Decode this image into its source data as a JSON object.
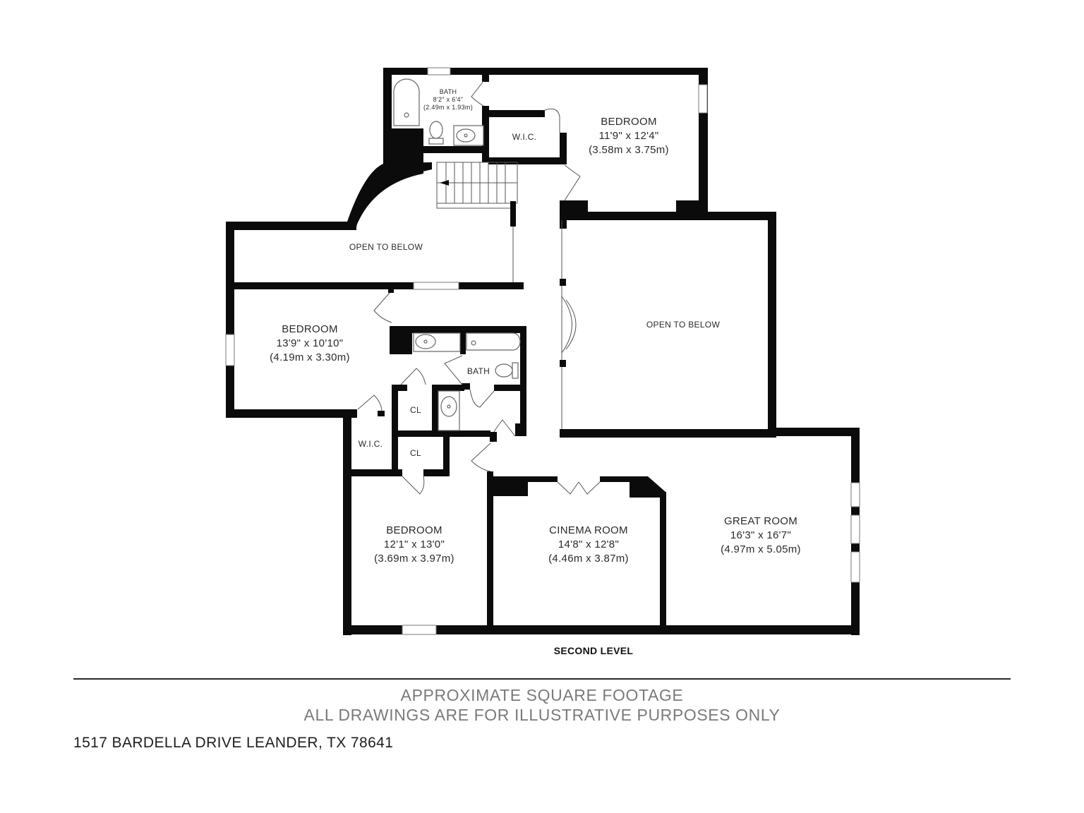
{
  "plan": {
    "level_title": "SECOND LEVEL",
    "colors": {
      "wall": "#0b0b0b",
      "background": "#ffffff",
      "label": "#2a2a2a",
      "disclaimer": "#7a7a7a"
    },
    "rooms": [
      {
        "id": "bath-upper",
        "name": "BATH",
        "dim_imperial": "8'2\" x 6'4\"",
        "dim_metric": "(2.49m x 1.93m)"
      },
      {
        "id": "wic-upper",
        "name": "W.I.C."
      },
      {
        "id": "bedroom-upper",
        "name": "BEDROOM",
        "dim_imperial": "11'9\" x 12'4\"",
        "dim_metric": "(3.58m x 3.75m)"
      },
      {
        "id": "open-left",
        "name": "OPEN TO BELOW"
      },
      {
        "id": "open-right",
        "name": "OPEN TO BELOW"
      },
      {
        "id": "bedroom-left",
        "name": "BEDROOM",
        "dim_imperial": "13'9\" x 10'10\"",
        "dim_metric": "(4.19m x 3.30m)"
      },
      {
        "id": "bath-mid",
        "name": "BATH"
      },
      {
        "id": "cl-1",
        "name": "CL"
      },
      {
        "id": "wic-lower",
        "name": "W.I.C."
      },
      {
        "id": "cl-2",
        "name": "CL"
      },
      {
        "id": "bedroom-lower",
        "name": "BEDROOM",
        "dim_imperial": "12'1\" x 13'0\"",
        "dim_metric": "(3.69m x 3.97m)"
      },
      {
        "id": "cinema",
        "name": "CINEMA ROOM",
        "dim_imperial": "14'8\" x 12'8\"",
        "dim_metric": "(4.46m x 3.87m)"
      },
      {
        "id": "great-room",
        "name": "GREAT ROOM",
        "dim_imperial": "16'3\" x 16'7\"",
        "dim_metric": "(4.97m x 5.05m)"
      }
    ]
  },
  "footer": {
    "disclaimer_1": "APPROXIMATE SQUARE FOOTAGE",
    "disclaimer_2": "ALL DRAWINGS ARE FOR ILLUSTRATIVE PURPOSES ONLY",
    "address": "1517 BARDELLA DRIVE LEANDER, TX 78641"
  }
}
